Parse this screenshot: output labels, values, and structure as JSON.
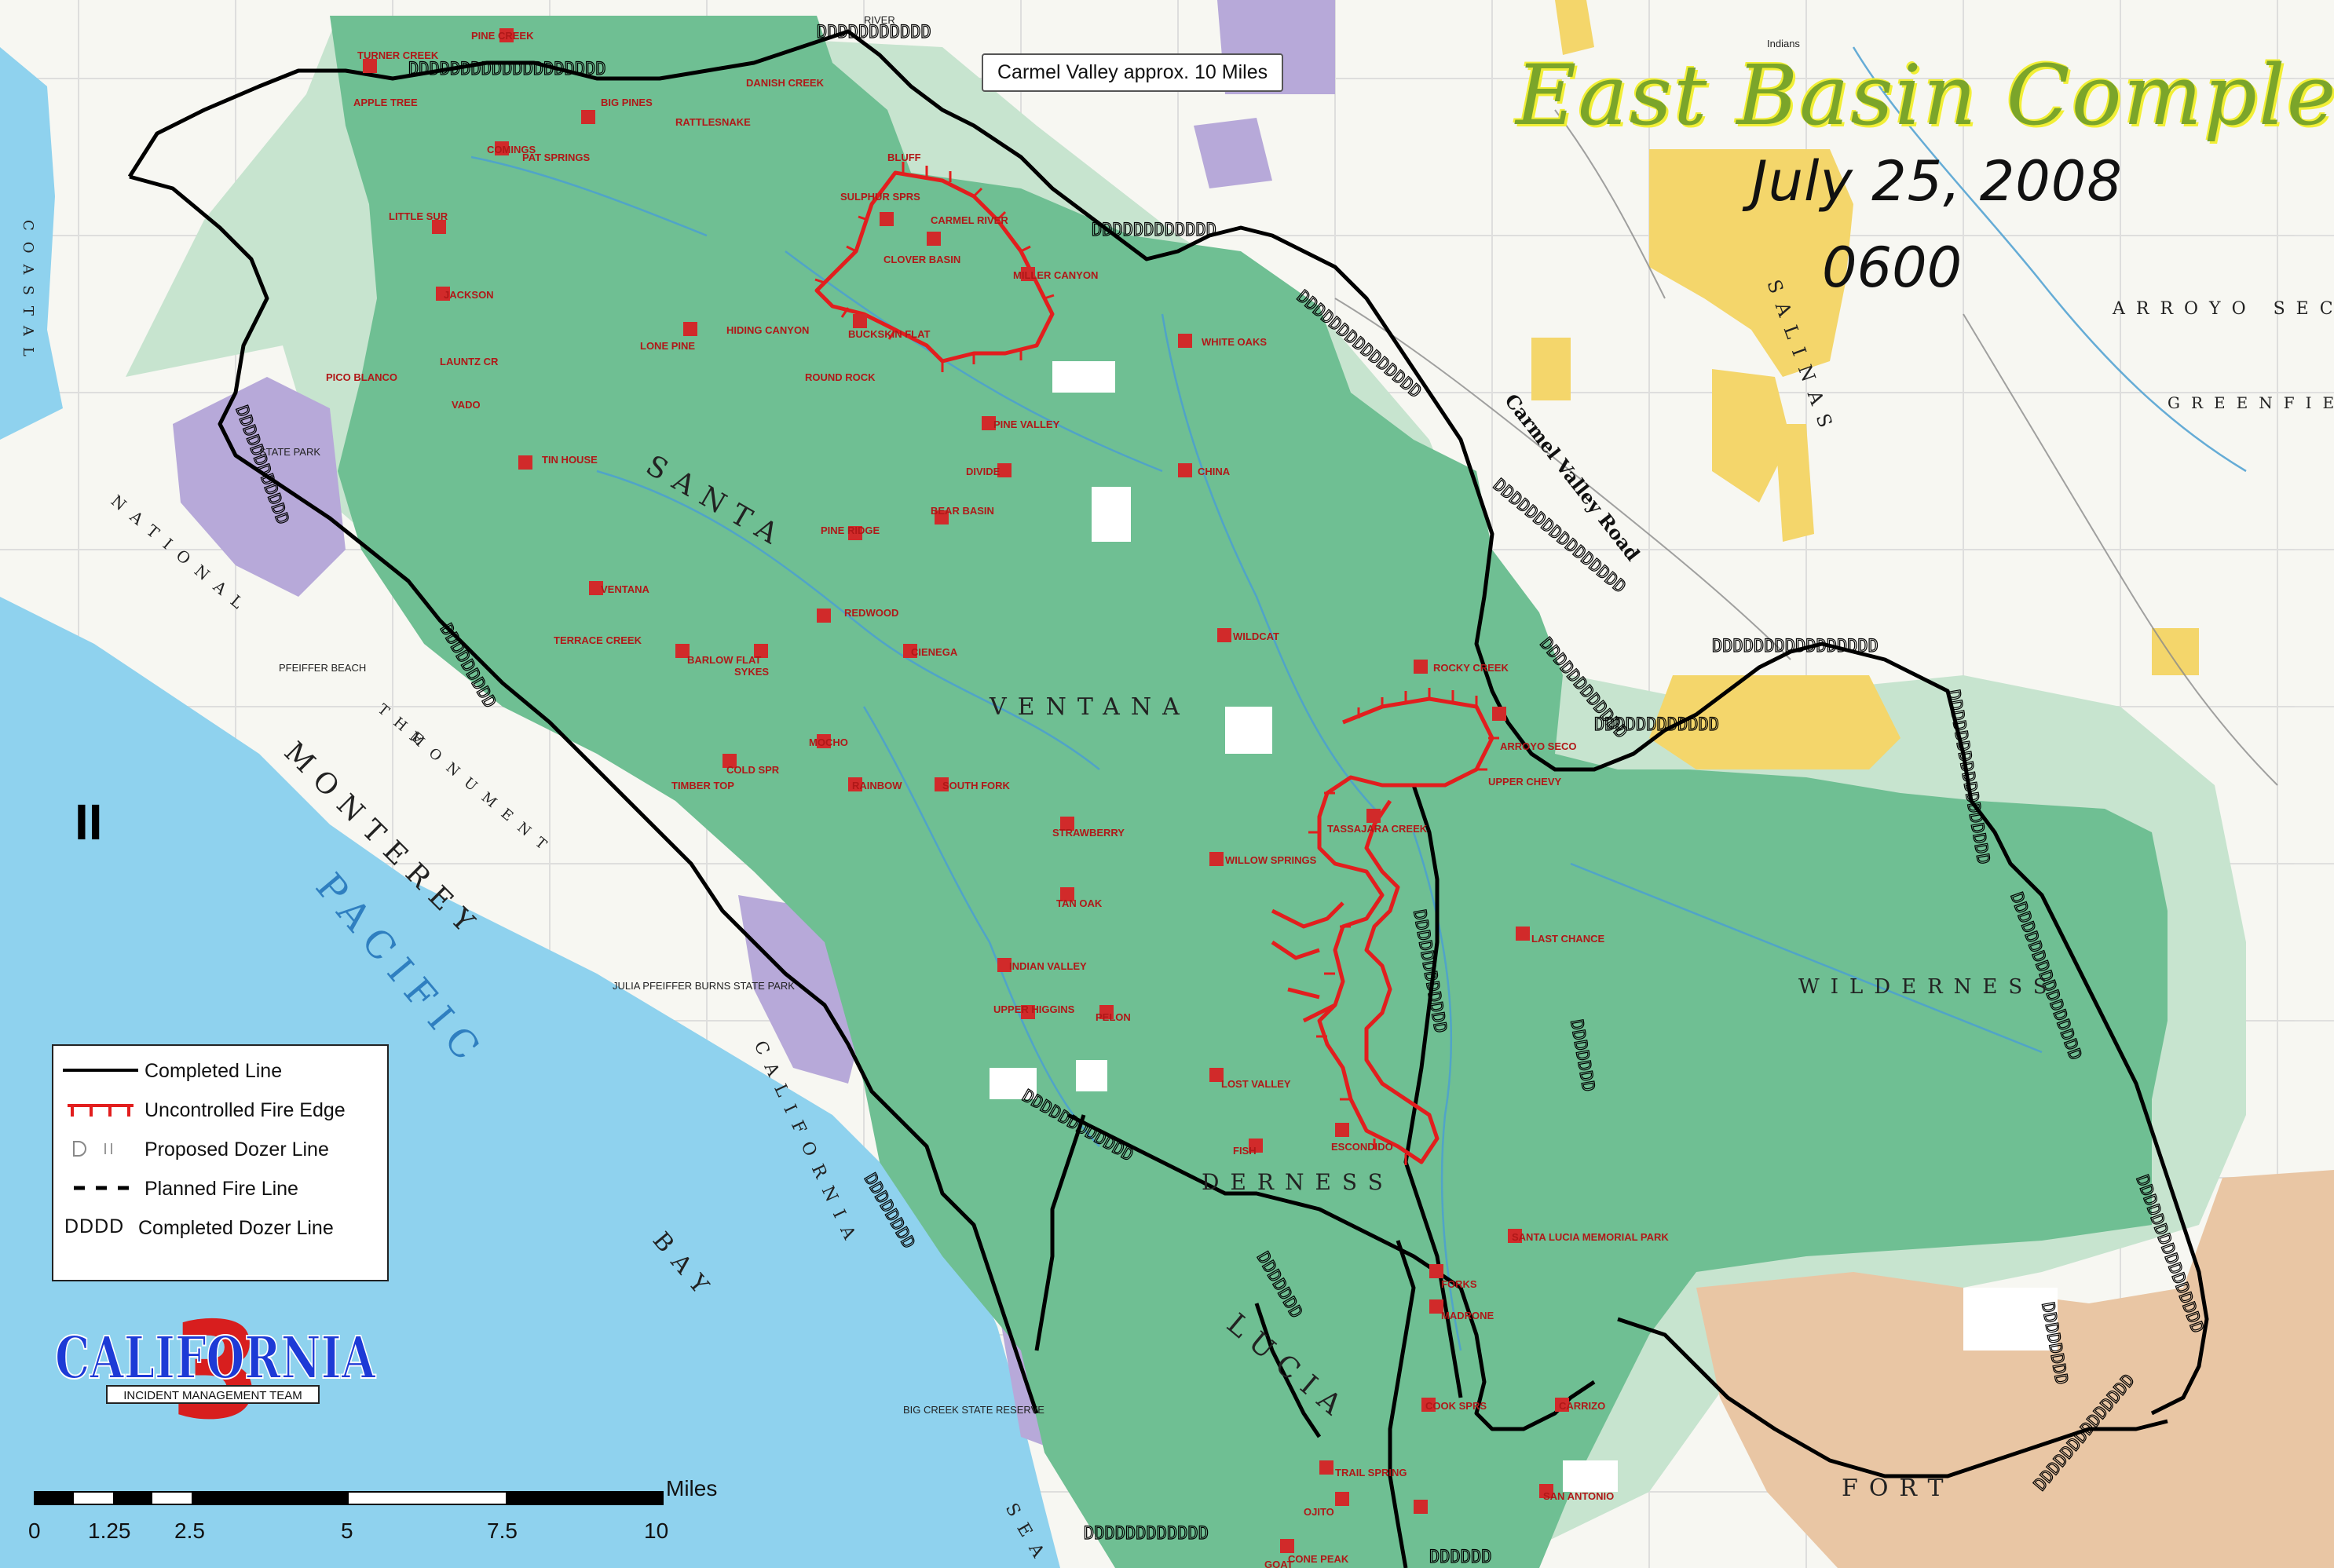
{
  "map": {
    "title": "East Basin Complex",
    "date": "July 25, 2008",
    "time": "0600",
    "callout": "Carmel Valley approx. 10 Miles",
    "road_label": "Carmel Valley Road",
    "colors": {
      "ocean": "#8fd2ee",
      "wilderness": "#6fbf93",
      "forest_light": "#c7e4cf",
      "state_park": "#b7a9d9",
      "private_yellow": "#f4d66b",
      "fort_hunter": "#e9c6a4",
      "land": "#f7f7f2",
      "completed_line": "#000000",
      "fire_edge": "#e21e1e"
    },
    "region_labels": [
      "SANTA",
      "LUCIA",
      "VENTANA",
      "WILDERNESS",
      "DERNESS",
      "MONTEREY",
      "PACIFIC",
      "BAY",
      "CALIFORNIA",
      "SEA",
      "FORT",
      "SALINAS",
      "ARROYO SEC",
      "GREENFIELD",
      "COASTAL",
      "NATIONAL",
      "MONUMENT",
      "THE"
    ],
    "place_labels": [
      "PINE CREEK",
      "TURNER CREEK",
      "APPLE TREE",
      "DANISH CREEK",
      "BIG PINES",
      "COMINGS",
      "PAT SPRINGS",
      "RATTLESNAKE",
      "LITTLE SUR",
      "JACKSON",
      "BLUFF",
      "SULPHUR SPRS",
      "CARMEL RIVER",
      "CLOVER BASIN",
      "MILLER CANYON",
      "BUCKSKIN FLAT",
      "HIDING CANYON",
      "LONE PINE",
      "LAUNTZ CR",
      "PICO BLANCO",
      "VADO",
      "ROUND ROCK",
      "WHITE OAKS",
      "PINE VALLEY",
      "DIVIDE",
      "CHINA",
      "BEAR BASIN",
      "PINE RIDGE",
      "TIN HOUSE",
      "VENTANA",
      "REDWOOD",
      "CIENEGA",
      "WILDCAT",
      "BARLOW FLAT",
      "SYKES",
      "TERRACE CREEK",
      "ROCKY CREEK",
      "ARROYO SECO",
      "UPPER CHEVY",
      "MOCHO",
      "COLD SPR",
      "TIMBER TOP",
      "RAINBOW",
      "SOUTH FORK",
      "STRAWBERRY",
      "TASSAJARA CREEK",
      "WILLOW SPRINGS",
      "TAN OAK",
      "INDIAN VALLEY",
      "UPPER HIGGINS",
      "PELON",
      "LAST CHANCE",
      "LOST VALLEY",
      "ESCONDIDO",
      "FISH",
      "SANTA LUCIA MEMORIAL PARK",
      "FORKS",
      "MADRONE",
      "COOK SPRS",
      "CARRIZO",
      "TRAIL SPRING",
      "OJITO",
      "SAN ANTONIO",
      "CONE PEAK",
      "GOAT",
      "PFEIFFER BEACH",
      "STATE PARK",
      "JULIA PFEIFFER BURNS STATE PARK",
      "BIG CREEK STATE RESERVE",
      "RIVER",
      "Indians"
    ]
  },
  "legend": {
    "items": [
      {
        "label": "Completed Line"
      },
      {
        "label": "Uncontrolled Fire Edge"
      },
      {
        "label": "Proposed Dozer Line"
      },
      {
        "label": "Planned Fire Line"
      },
      {
        "label": "Completed Dozer Line",
        "prefix": "DDDD"
      }
    ]
  },
  "logo": {
    "text": "CALIFORNIA",
    "number": "3",
    "subtext": "INCIDENT MANAGEMENT TEAM"
  },
  "scalebar": {
    "unit": "Miles",
    "ticks": [
      "0",
      "1.25",
      "2.5",
      "5",
      "7.5",
      "10"
    ]
  },
  "north_arrow_glyph": "II"
}
